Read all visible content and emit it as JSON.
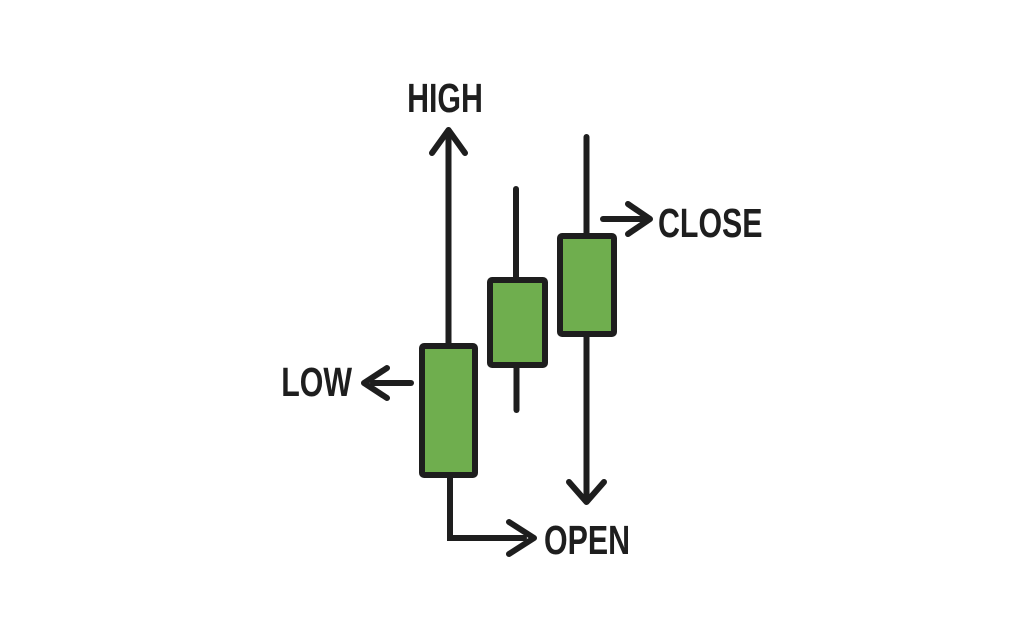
{
  "diagram": {
    "type": "candlestick-anatomy",
    "labels": {
      "high": "HIGH",
      "low": "LOW",
      "open": "OPEN",
      "close": "CLOSE"
    },
    "colors": {
      "bullish_body": "#6FAE4E",
      "outline": "#1E1E1E",
      "background": "#FFFFFF"
    },
    "candles": [
      {
        "name": "left-candle",
        "body_color": "green",
        "upper_wick": true,
        "lower_wick": true
      },
      {
        "name": "middle-candle",
        "body_color": "green",
        "upper_wick": true,
        "lower_wick": true
      },
      {
        "name": "right-candle",
        "body_color": "green",
        "upper_wick": true,
        "lower_wick": true
      }
    ],
    "annotations": [
      {
        "label": "HIGH",
        "arrow_direction": "up"
      },
      {
        "label": "LOW",
        "arrow_direction": "left"
      },
      {
        "label": "CLOSE",
        "arrow_direction": "right"
      },
      {
        "label": "OPEN",
        "arrow_direction": "elbow-right"
      }
    ]
  }
}
